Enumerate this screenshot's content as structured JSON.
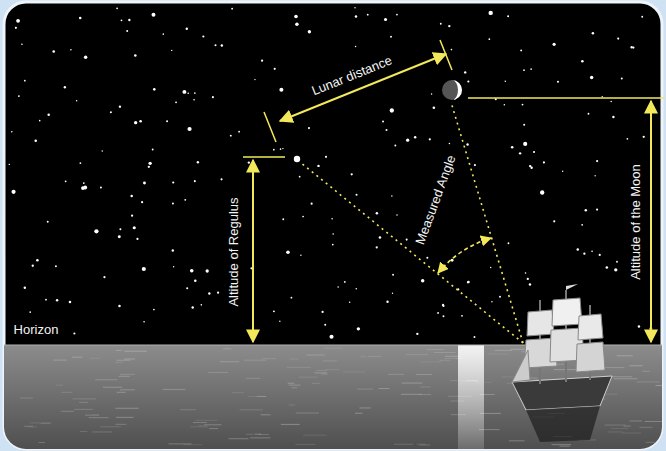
{
  "diagram": {
    "labels": [
      "Lunar distance",
      "Altitude of Regulus",
      "Measured Angle",
      "Altitude of the Moon",
      "Horizon"
    ]
  }
}
